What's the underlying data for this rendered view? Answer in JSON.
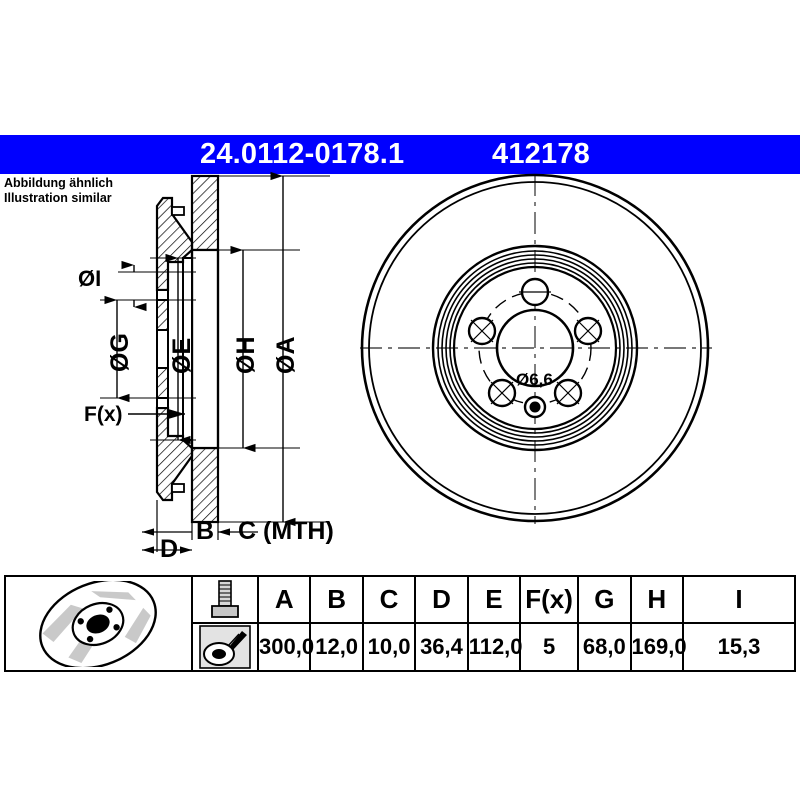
{
  "header": {
    "part_number": "24.0112-0178.1",
    "reference_number": "412178",
    "bar_color": "#0000ff",
    "text_color": "#ffffff"
  },
  "note": {
    "line_de": "Abbildung ähnlich",
    "line_en": "Illustration similar"
  },
  "drawing": {
    "section_view": {
      "labels": [
        {
          "key": "I",
          "text": "ØI",
          "orientation": "horizontal"
        },
        {
          "key": "G",
          "text": "ØG",
          "orientation": "vertical"
        },
        {
          "key": "E",
          "text": "ØE",
          "orientation": "vertical"
        },
        {
          "key": "H",
          "text": "ØH",
          "orientation": "vertical"
        },
        {
          "key": "A",
          "text": "ØA",
          "orientation": "vertical"
        },
        {
          "key": "Fx",
          "text": "F(x)",
          "orientation": "horizontal"
        },
        {
          "key": "B",
          "text": "B",
          "orientation": "horizontal"
        },
        {
          "key": "C",
          "text": "C (MTH)",
          "orientation": "horizontal"
        },
        {
          "key": "D",
          "text": "D",
          "orientation": "horizontal"
        }
      ]
    },
    "front_view": {
      "bolt_hole_label": "Ø6,6",
      "bolt_hole_count": 5
    },
    "line_color": "#000000"
  },
  "spec_table": {
    "columns": [
      "A",
      "B",
      "C",
      "D",
      "E",
      "F(x)",
      "G",
      "H",
      "I"
    ],
    "values": [
      "300,0",
      "12,0",
      "10,0",
      "36,4",
      "112,0",
      "5",
      "68,0",
      "169,0",
      "15,3"
    ],
    "icons": {
      "disc": "brake-disc-icon",
      "bolt": "bolt-icon",
      "tool": "mounting-tool-icon"
    }
  }
}
